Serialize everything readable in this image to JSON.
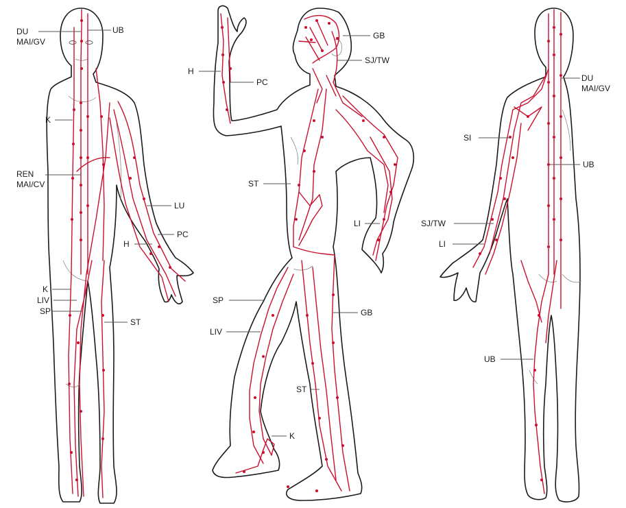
{
  "colors": {
    "meridian": "#c8102e",
    "outline": "#1a1a1a",
    "leader": "#555555",
    "background": "#ffffff"
  },
  "figures": {
    "front": {
      "labels": {
        "du": [
          "DU",
          "MAI/GV"
        ],
        "ub": "UB",
        "k_upper": "K",
        "ren": [
          "REN",
          "MAI/CV"
        ],
        "lu": "LU",
        "pc": "PC",
        "h": "H",
        "k_lower": "K",
        "liv": "LIV",
        "sp": "SP",
        "st": "ST"
      }
    },
    "side": {
      "labels": {
        "gb_head": "GB",
        "sj": "SJ/TW",
        "h": "H",
        "pc": "PC",
        "st_torso": "ST",
        "li": "LI",
        "sp": "SP",
        "gb_leg": "GB",
        "liv": "LIV",
        "st_leg": "ST",
        "k": "K"
      }
    },
    "back": {
      "labels": {
        "du": [
          "DU",
          "MAI/GV"
        ],
        "si": "SI",
        "ub_upper": "UB",
        "sj": "SJ/TW",
        "li": "LI",
        "ub_lower": "UB"
      }
    }
  }
}
